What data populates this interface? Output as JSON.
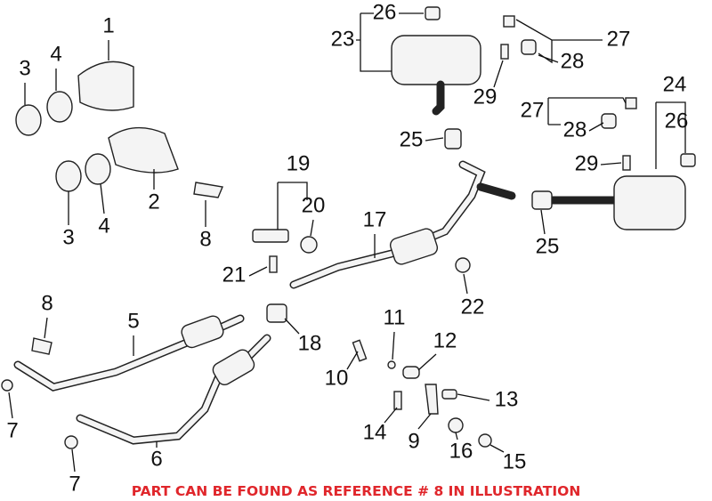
{
  "callouts": [
    "1",
    "3",
    "4",
    "2",
    "3",
    "4",
    "8",
    "26",
    "23",
    "27",
    "28",
    "29",
    "24",
    "27",
    "26",
    "28",
    "25",
    "29",
    "19",
    "20",
    "17",
    "25",
    "21",
    "22",
    "8",
    "11",
    "5",
    "18",
    "12",
    "10",
    "13",
    "14",
    "9",
    "7",
    "7",
    "6",
    "16",
    "15"
  ],
  "note": "PART CAN BE FOUND AS REFERENCE # 8 IN ILLUSTRATION",
  "colors": {
    "note": "#e0262b",
    "line": "#111111"
  }
}
